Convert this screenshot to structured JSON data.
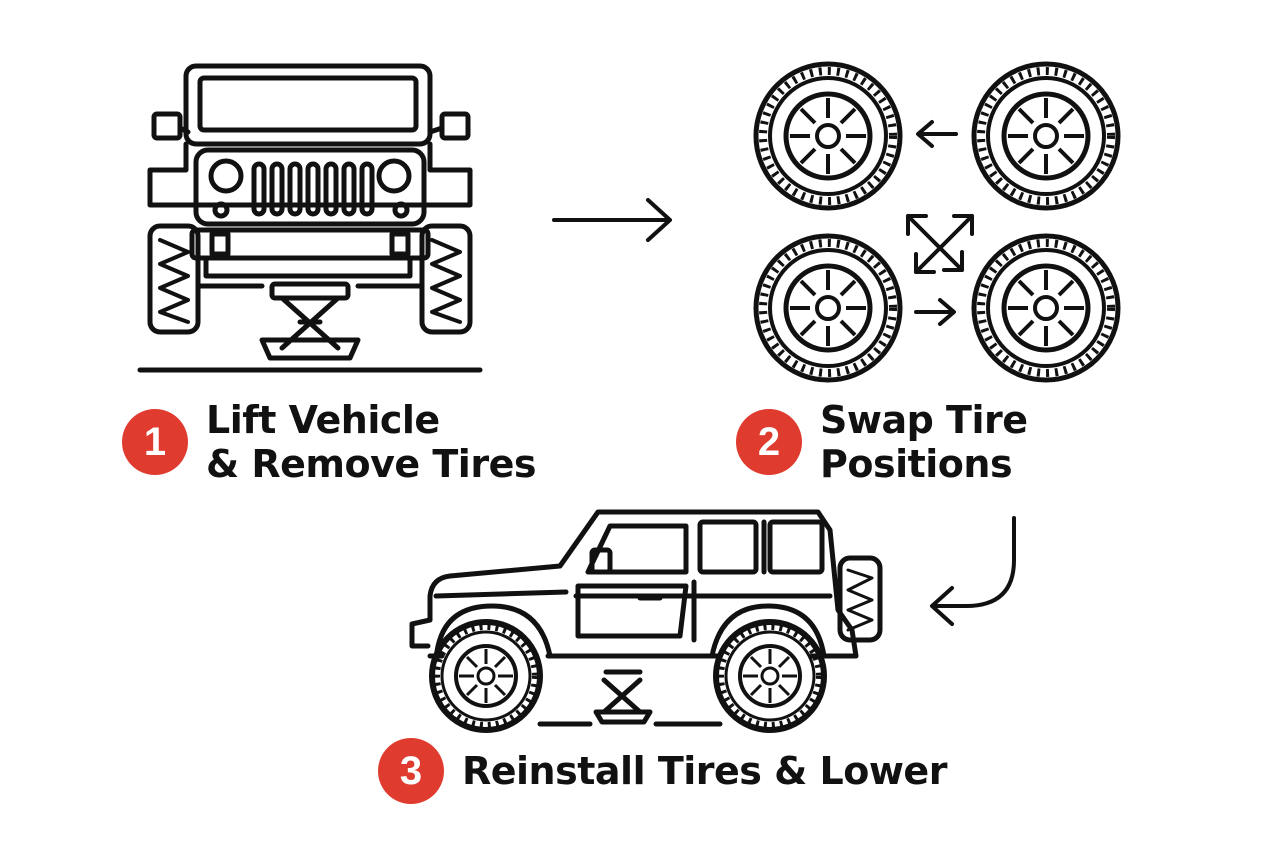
{
  "accent_color": "#e03b2f",
  "line_color": "#111111",
  "steps": [
    {
      "number": "1",
      "line1": "Lift Vehicle",
      "line2": "& Remove Tires",
      "illustration": "jeep-front-on-jack"
    },
    {
      "number": "2",
      "line1": "Swap Tire",
      "line2": "Positions",
      "illustration": "tire-rotation-pattern"
    },
    {
      "number": "3",
      "line1": "Reinstall Tires & Lower",
      "illustration": "jeep-side-on-jack"
    }
  ],
  "icons": [
    "right-arrow-icon",
    "curved-arrow-icon",
    "tire-icon",
    "jack-icon"
  ]
}
